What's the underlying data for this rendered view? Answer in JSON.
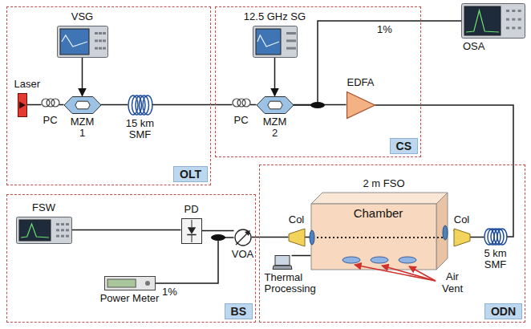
{
  "diagram": {
    "nodes": [
      {
        "text": [
          "OLT"
        ]
      },
      {
        "text": [
          "VSG"
        ],
        "in": 0
      },
      {
        "text": [
          "Laser"
        ],
        "in": 0
      },
      {
        "text": [
          "PC"
        ],
        "in": 0
      },
      {
        "text": [
          "MZM 1"
        ],
        "in": 0
      },
      {
        "text": [
          "15 km SMF"
        ],
        "in": 0
      },
      {
        "text": [
          "CS"
        ]
      },
      {
        "text": [
          "12.5 GHz SG"
        ],
        "in": 6
      },
      {
        "text": [
          "PC"
        ],
        "in": 6
      },
      {
        "text": [
          "MZM 2"
        ],
        "in": 6
      },
      {
        "text": [
          "EDFA"
        ],
        "in": 6
      },
      {
        "text": [
          "OSA"
        ]
      },
      {
        "text": [
          "ODN"
        ]
      },
      {
        "text": [
          "2 m FSO",
          "Chamber"
        ],
        "in": 12
      },
      {
        "text": [
          "Col"
        ],
        "in": 12
      },
      {
        "text": [
          "Col"
        ],
        "in": 12
      },
      {
        "text": [
          "5 km SMF"
        ],
        "in": 12
      },
      {
        "text": [
          "Thermal Processing"
        ],
        "in": 12
      },
      {
        "text": [
          "BS"
        ]
      },
      {
        "text": [
          "FSW"
        ],
        "in": 18
      },
      {
        "text": [
          "PD"
        ],
        "in": 18
      },
      {
        "text": [
          "VOA"
        ],
        "in": 18
      },
      {
        "text": [
          "Power Meter"
        ],
        "in": 18
      }
    ],
    "edges": [
      {
        "from": 2,
        "to": 3,
        "arrow": "none"
      },
      {
        "from": 3,
        "to": 4,
        "arrow": "none"
      },
      {
        "from": 1,
        "to": 4,
        "arrow": "to"
      },
      {
        "from": 4,
        "to": 5,
        "arrow": "none"
      },
      {
        "from": 5,
        "to": 8,
        "arrow": "none"
      },
      {
        "from": 8,
        "to": 9,
        "arrow": "none"
      },
      {
        "from": 7,
        "to": 9,
        "arrow": "to"
      },
      {
        "from": 9,
        "to": 10,
        "arrow": "none"
      },
      {
        "from": 9,
        "to": 11,
        "label": "1%",
        "arrow": "none"
      },
      {
        "from": 10,
        "to": 16,
        "arrow": "none"
      },
      {
        "from": 16,
        "to": 15,
        "arrow": "none"
      },
      {
        "from": 15,
        "to": 13,
        "arrow": "none"
      },
      {
        "from": 13,
        "to": 14,
        "arrow": "none"
      },
      {
        "from": 14,
        "to": 21,
        "arrow": "none"
      },
      {
        "from": 21,
        "to": 20,
        "arrow": "none"
      },
      {
        "from": 20,
        "to": 19,
        "arrow": "none"
      },
      {
        "from": 21,
        "to": 22,
        "label": "1%",
        "arrow": "none"
      },
      {
        "from": 17,
        "to": 13,
        "arrow": "none"
      }
    ],
    "labels": [
      "Air Vent"
    ]
  }
}
